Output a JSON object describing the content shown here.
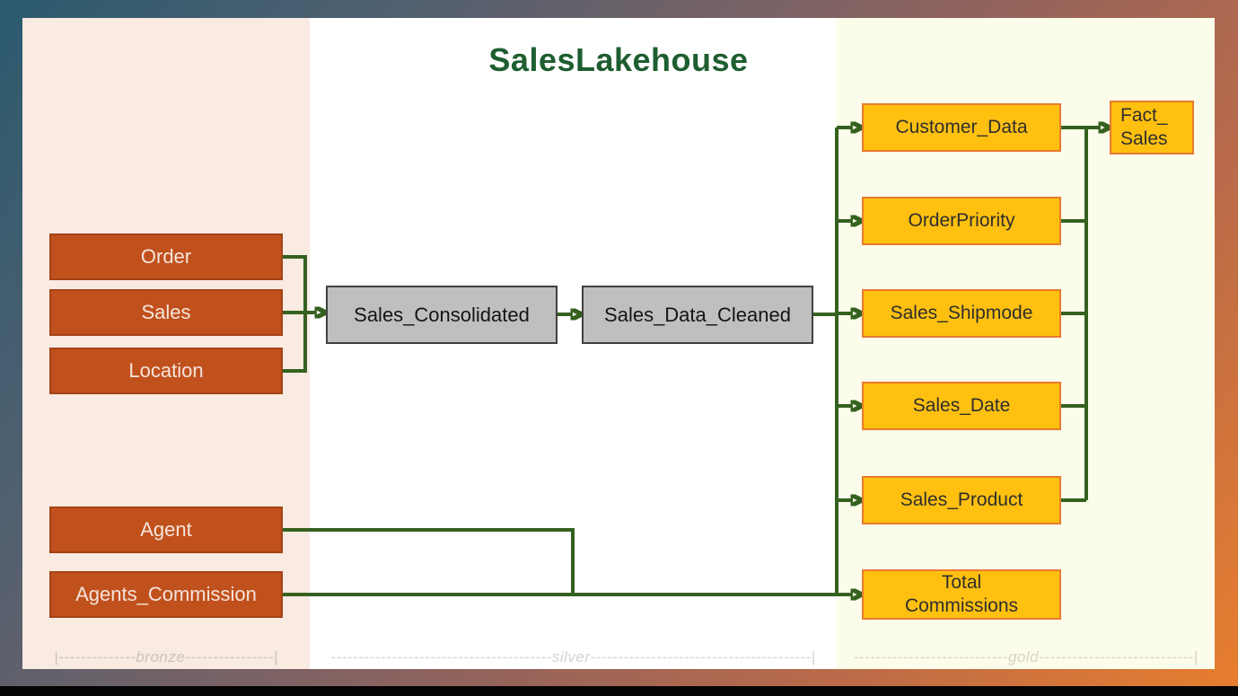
{
  "title": "SalesLakehouse",
  "colors": {
    "title_green": "#1e5e30",
    "connector_green": "#35611f",
    "bronze_box_fill": "#c0511d",
    "silver_box_fill": "#bfbfbf",
    "gold_box_fill": "#ffc010",
    "gold_box_border": "#e97a2e",
    "bronze_zone_bg": "#f9eae2",
    "silver_zone_bg": "#ffffff",
    "gold_zone_bg": "#fcfceb",
    "frame_gradient_start": "#2b5a6e",
    "frame_gradient_end": "#e87e2e"
  },
  "nodes": {
    "bronze": [
      {
        "label": "Order"
      },
      {
        "label": "Sales"
      },
      {
        "label": "Location"
      },
      {
        "label": "Agent"
      },
      {
        "label": "Agents_Commission"
      }
    ],
    "silver": [
      {
        "label": "Sales_Consolidated"
      },
      {
        "label": "Sales_Data_Cleaned"
      }
    ],
    "gold": [
      {
        "label": "Customer_Data"
      },
      {
        "label": "OrderPriority"
      },
      {
        "label": "Sales_Shipmode"
      },
      {
        "label": "Sales_Date"
      },
      {
        "label": "Sales_Product"
      },
      {
        "label": "Total\nCommissions"
      }
    ],
    "fact": {
      "label": "Fact_\nSales"
    }
  },
  "scale": {
    "bronze": "|--------------bronze----------------|",
    "silver": "----------------------------------------silver----------------------------------------|",
    "gold": "----------------------------gold----------------------------|"
  }
}
